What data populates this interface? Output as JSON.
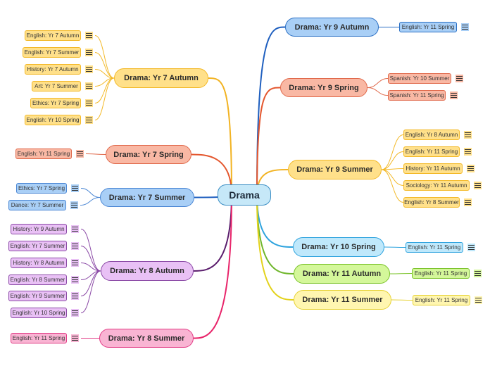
{
  "central": {
    "label": "Drama",
    "fill": "#c6e8f8"
  },
  "branches": [
    {
      "label": "Drama: Yr 7 Autumn",
      "fill": "#ffe08a",
      "stroke": "#f3b928",
      "line": "#f2b322",
      "children": [
        "English: Yr 7 Autumn",
        "English: Yr 7 Summer",
        "History: Yr 7 Autumn",
        "Art: Yr 7 Summer",
        "Ethics: Yr 7 Spring",
        "English: Yr 10 Spring"
      ]
    },
    {
      "label": "Drama: Yr 7 Spring",
      "fill": "#f9b8a4",
      "stroke": "#e0694b",
      "line": "#e4572e",
      "children": [
        "English: Yr 11 Spring"
      ]
    },
    {
      "label": "Drama: Yr 7 Summer",
      "fill": "#a9cff6",
      "stroke": "#4a86d4",
      "line": "#1f5fbf",
      "children": [
        "Ethics: Yr 7 Spring",
        "Dance: Yr 7 Summer"
      ]
    },
    {
      "label": "Drama: Yr 8 Autumn",
      "fill": "#e9c1f5",
      "stroke": "#8b4aa6",
      "line": "#5b1d6d",
      "children": [
        "History: Yr 9 Autumn",
        "English: Yr 7 Summer",
        "History: Yr 8 Autumn",
        "English: Yr 8 Summer",
        "English: Yr 9 Summer",
        "English: Yr 10 Spring"
      ]
    },
    {
      "label": "Drama: Yr 8 Summer",
      "fill": "#f9b4d3",
      "stroke": "#e23c86",
      "line": "#e8246a",
      "children": [
        "English: Yr 11 Spring"
      ]
    },
    {
      "label": "Drama: Yr 9 Autumn",
      "fill": "#a9cff6",
      "stroke": "#2a6fc4",
      "line": "#1f5fbf",
      "children": [
        "English: Yr 11 Spring"
      ]
    },
    {
      "label": "Drama: Yr 9 Spring",
      "fill": "#f9b8a4",
      "stroke": "#e0694b",
      "line": "#e4572e",
      "children": [
        "Spanish: Yr 10 Summer",
        "Spanish: Yr 11 Spring"
      ]
    },
    {
      "label": "Drama: Yr 9 Summer",
      "fill": "#ffe08a",
      "stroke": "#f3b928",
      "line": "#f2b322",
      "children": [
        "English: Yr 8 Autumn",
        "English: Yr 11 Spring",
        "History: Yr 11 Autumn",
        "Sociology: Yr 11 Autumn",
        "English: Yr 8 Summer"
      ]
    },
    {
      "label": "Drama: Yr 10 Spring",
      "fill": "#bfe8fb",
      "stroke": "#2ea3de",
      "line": "#2ea3de",
      "children": [
        "English: Yr 11 Spring"
      ]
    },
    {
      "label": "Drama: Yr 11 Autumn",
      "fill": "#d4f79a",
      "stroke": "#7bc32a",
      "line": "#6fb62b",
      "children": [
        "English: Yr 11 Spring"
      ]
    },
    {
      "label": "Drama: Yr 11 Summer",
      "fill": "#fff6b0",
      "stroke": "#e6d235",
      "line": "#e3d21c",
      "children": [
        "English: Yr 11 Spring"
      ]
    }
  ]
}
